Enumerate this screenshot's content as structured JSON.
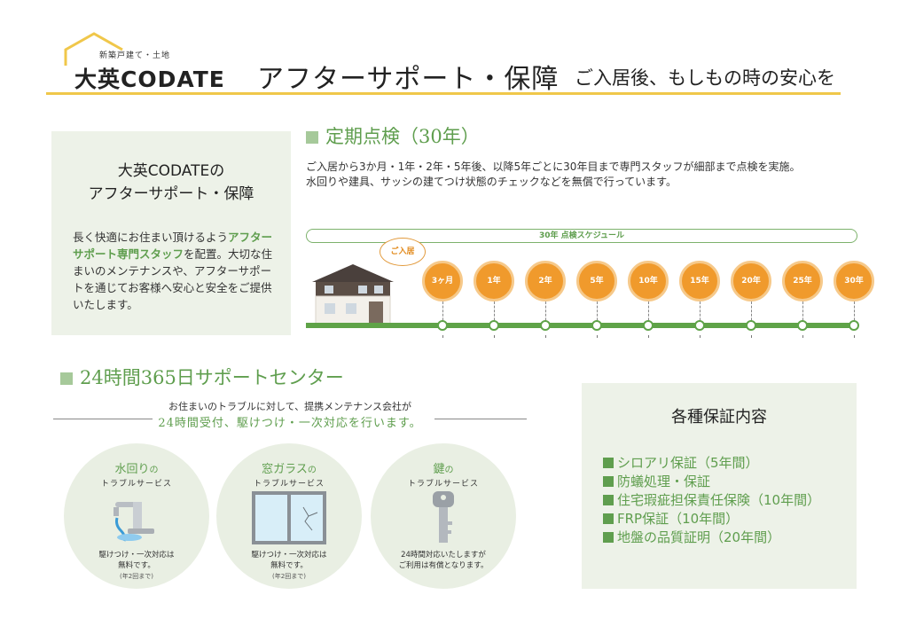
{
  "header": {
    "logo_sub": "新築戸建て・土地",
    "logo_main": "大英CODATE",
    "title": "アフターサポート・保障",
    "subtitle": "ご入居後、もしもの時の安心を"
  },
  "intro": {
    "title_line1": "大英CODATEの",
    "title_line2": "アフターサポート・保障",
    "body_pre": "長く快適にお住まい頂けるよう",
    "body_highlight": "アフターサポート専門スタッフ",
    "body_post": "を配置。大切な住まいのメンテナンスや、アフターサポートを通じてお客様へ安心と安全をご提供いたします。"
  },
  "inspection": {
    "heading": "定期点検（30年）",
    "description_line1": "ご入居から3か月・1年・2年・5年後、以降5年ごとに30年目まで専門スタッフが細部まで点検を実施。",
    "description_line2": "水回りや建具、サッシの建てつけ状態のチェックなどを無償で行っています。",
    "schedule_label": "30年 点検スケジュール",
    "move_in_label": "ご入居",
    "milestones": [
      "3ヶ月",
      "1年",
      "2年",
      "5年",
      "10年",
      "15年",
      "20年",
      "25年",
      "30年"
    ]
  },
  "support": {
    "heading": "24時間365日サポートセンター",
    "line1": "お住まいのトラブルに対して、提携メンテナンス会社が",
    "line2": "24時間受付、駆けつけ・一次対応を行います。",
    "services": [
      {
        "title_main": "水回り",
        "title_suffix": "の",
        "subtitle": "トラブルサービス",
        "note": "駆けつけ・一次対応は",
        "note2": "無料です。",
        "note3": "(年2回まで)"
      },
      {
        "title_main": "窓ガラス",
        "title_suffix": "の",
        "subtitle": "トラブルサービス",
        "note": "駆けつけ・一次対応は",
        "note2": "無料です。",
        "note3": "(年2回まで)"
      },
      {
        "title_main": "鍵",
        "title_suffix": "の",
        "subtitle": "トラブルサービス",
        "note": "24時間対応いたしますが",
        "note2": "ご利用は有償となります。",
        "note3": ""
      }
    ]
  },
  "warranty": {
    "title": "各種保証内容",
    "items": [
      "シロアリ保証（5年間）",
      "防蟻処理・保証",
      "住宅瑕疵担保責任保険（10年間）",
      "FRP保証（10年間）",
      "地盤の品質証明（20年間）"
    ]
  },
  "colors": {
    "accent_green": "#5f9e4e",
    "accent_orange": "#f09a2c",
    "header_rule": "#f0c74a",
    "panel_bg": "#edf2e8"
  }
}
